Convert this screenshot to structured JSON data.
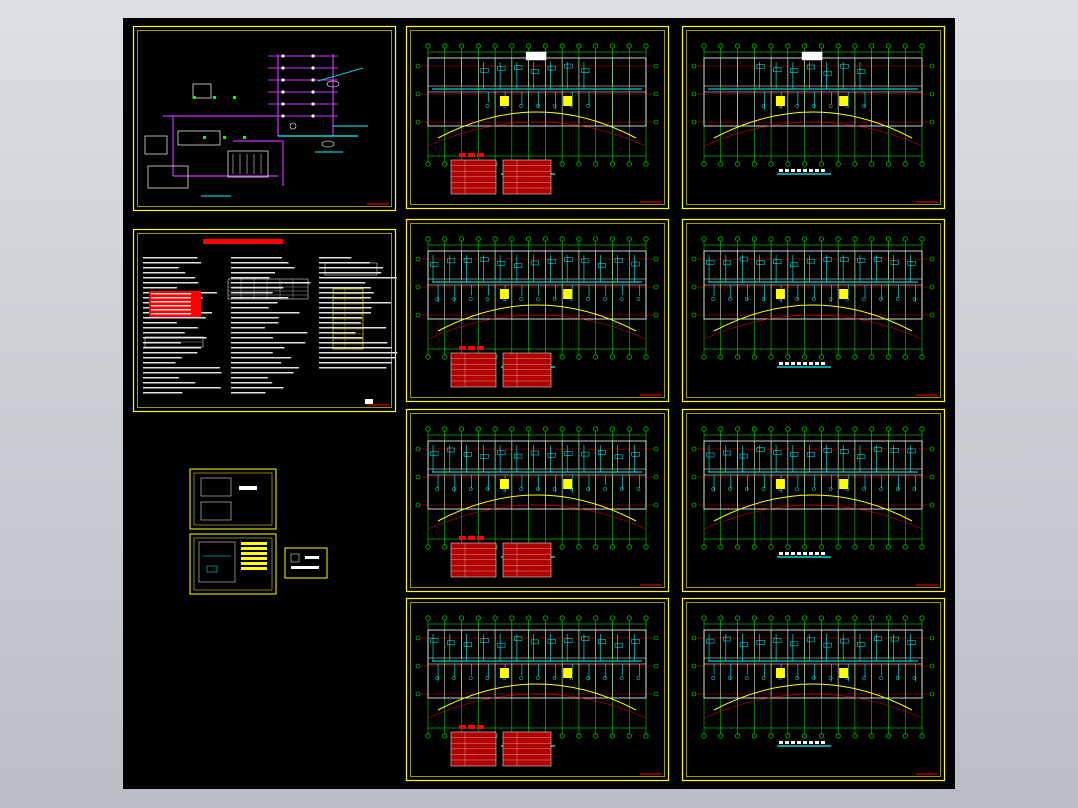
{
  "viewer": {
    "background_color": "#000000",
    "frame_color": "#ffff00",
    "sheet_count": 11
  },
  "colors": {
    "grid": "#00ff00",
    "walls": "#ffffff",
    "pipes": "#00ffff",
    "arc": "#ffff00",
    "axis": "#ff0000",
    "schematic": "#cc33ff",
    "table_fill": "#b00000",
    "highlight": "#ffff00",
    "title_line": "#00ffff"
  },
  "sheets": [
    {
      "id": "system-diagram",
      "kind": "schematic"
    },
    {
      "id": "design-notes",
      "kind": "notes"
    },
    {
      "id": "plan-1",
      "kind": "floor-plan",
      "legend": true
    },
    {
      "id": "plan-2",
      "kind": "floor-plan",
      "legend": false
    },
    {
      "id": "plan-3",
      "kind": "floor-plan",
      "legend": true
    },
    {
      "id": "plan-4",
      "kind": "floor-plan",
      "legend": false
    },
    {
      "id": "plan-5",
      "kind": "floor-plan",
      "legend": true
    },
    {
      "id": "plan-6",
      "kind": "floor-plan",
      "legend": false
    },
    {
      "id": "plan-7",
      "kind": "floor-plan",
      "legend": true
    },
    {
      "id": "plan-8",
      "kind": "floor-plan",
      "legend": false
    },
    {
      "id": "detail-sheets",
      "kind": "details"
    }
  ]
}
